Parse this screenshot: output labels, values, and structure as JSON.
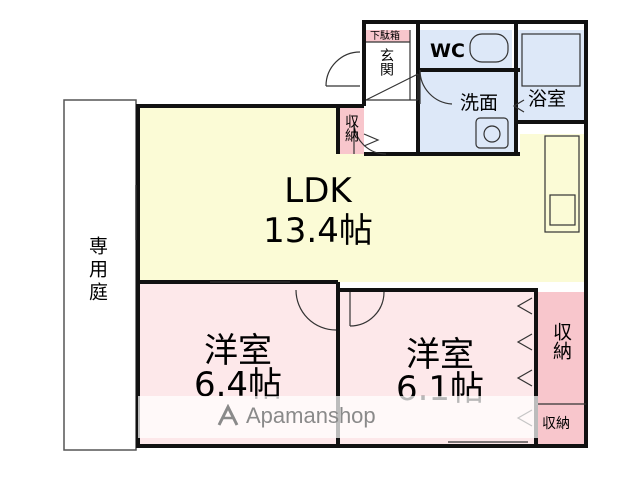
{
  "rooms": {
    "ldk": {
      "name": "LDK",
      "size": "13.4帖"
    },
    "western_left": {
      "name": "洋室",
      "size": "6.4帖"
    },
    "western_right": {
      "name": "洋室",
      "size": "6.1帖"
    },
    "private_garden": "専用庭",
    "wc": "WC",
    "washroom": "洗面",
    "bathroom": "浴室",
    "entrance": "玄関",
    "shoe_box": "下駄箱",
    "storage_ldk": "収納",
    "storage_western": "収納",
    "storage_bottom": "収納"
  },
  "watermark": "Apamanshop",
  "colors": {
    "ldk": "#fbfbd6",
    "western": "#fde8ea",
    "wet": "#dde8f8",
    "storage": "#f8c6cc",
    "wall": "#111111"
  }
}
